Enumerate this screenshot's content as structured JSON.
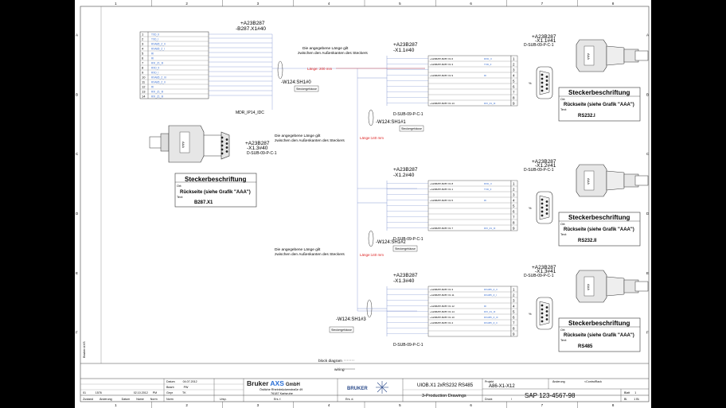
{
  "frame": {
    "columns": [
      "1",
      "2",
      "3",
      "4",
      "5",
      "6",
      "7",
      "8"
    ],
    "rows": [
      "A",
      "B",
      "C",
      "D",
      "E",
      "F"
    ],
    "side_label": "Bruker AXS"
  },
  "left_connector": {
    "ref": "+A23B287",
    "pin": "-B287.X1#40",
    "pins": [
      "1",
      "2",
      "3",
      "4",
      "5",
      "6",
      "7",
      "8",
      "9",
      "10",
      "11",
      "12",
      "13",
      "14"
    ],
    "signals": [
      "TXD_II",
      "TXD_I",
      "RXAB5_Z_II",
      "RXAB5_Z_I",
      "RI",
      "RI",
      "RXI_Z1_III",
      "RXD_II",
      "RXD_I",
      "RXAB5_Z_III",
      "RXAB5_Z_II",
      "RI",
      "RXI_Z1_III",
      "RXI_Z1_III"
    ],
    "type": "MDR_IP14_IDC"
  },
  "lower_left": {
    "ref": "+A23B287",
    "pin": "-X1.3#40",
    "type": "D-SUB-09-P-C-1",
    "label_box": {
      "title": "Steckerbeschriftung",
      "ort_label": "Ort:",
      "ort_value": "Rückseite (siehe Grafik \"AAA\")",
      "text_label": "Text:",
      "text_value": "B287.X1"
    },
    "plug_text": "AAA"
  },
  "notes": {
    "length_note": "Die angegebene Länge gilt\nzwischen den Außenkanten des Steckers",
    "length_200": "Länge: 200 mm",
    "length_140a": "Länge:140 mm",
    "length_140b": "Länge:140 mm",
    "stecker_gehaeuse": "Steckergehäuse"
  },
  "cables": {
    "w1": "-W124:SH1#0",
    "w2": "-W124:SH1#1",
    "w3": "-W124:SH1#2",
    "w4": "-W124:SH1#3"
  },
  "right_blocks": [
    {
      "ref": "+A23B287",
      "pin": "-X1.1#40",
      "type": "D-SUB-09-P-C-1",
      "pins": [
        "1",
        "2",
        "3",
        "4",
        "5",
        "6",
        "7",
        "8",
        "9"
      ],
      "wires": [
        "+A23B287-B287.X1:6",
        "+A23B287-B287.X1:3",
        "",
        "+A23B287-B287.X1:9",
        "",
        "",
        "",
        "",
        "+A23B287-B287.X1:13"
      ],
      "signals": [
        "RXD_II",
        "TXD_II",
        "",
        "RI",
        "",
        "",
        "",
        "",
        "RXI_Z1_III"
      ],
      "socket_ref": "+A23B287",
      "socket_pin": "-X1.1#41",
      "socket_type": "D-SUB-09-P-C-1",
      "label_box": {
        "title": "Steckerbeschriftung",
        "ort_label": "Ort:",
        "ort_value": "Rückseite (siehe Grafik \"AAA\")",
        "text_label": "Text:",
        "text_value": "RS232.I"
      }
    },
    {
      "ref": "+A23B287",
      "pin": "-X1.2#40",
      "type": "D-SUB-09-P-C-1",
      "pins": [
        "1",
        "2",
        "3",
        "4",
        "5",
        "6",
        "7",
        "8",
        "9"
      ],
      "wires": [
        "+A23B287-B287.X1:8",
        "+A23B287-B287.X1:1",
        "",
        "+A23B287-B287.X1:5",
        "",
        "",
        "",
        "",
        "+A23B287-B287.X1:7"
      ],
      "signals": [
        "RXD_II",
        "TXD_II",
        "",
        "RI",
        "",
        "",
        "",
        "",
        "RXI_Z1_III"
      ],
      "socket_ref": "+A23B287",
      "socket_pin": "-X1.2#41",
      "socket_type": "D-SUB-09-P-C-1",
      "label_box": {
        "title": "Steckerbeschriftung",
        "ort_label": "Ort:",
        "ort_value": "Rückseite (siehe Grafik \"AAA\")",
        "text_label": "Text:",
        "text_value": "RS232.II"
      }
    },
    {
      "ref": "+A23B287",
      "pin": "-X1.3#40",
      "type": "D-SUB-09-P-C-1",
      "pins": [
        "1",
        "2",
        "3",
        "4",
        "5",
        "6",
        "7",
        "8",
        "9"
      ],
      "wires": [
        "+A23B287-B287.X1:3",
        "+A23B287-B287.X1:11",
        "",
        "+A23B287-B287.X1:12",
        "+A23B287-B287.X1:14",
        "+A23B287-B287.X1:10",
        "+A23B287-B287.X1:4",
        "",
        ""
      ],
      "signals": [
        "RXAB5_Z_II",
        "RXAB5_Z_I",
        "",
        "RI",
        "RXI_Z1_III",
        "RXAB5_Z_III",
        "RXAB5_Z_II",
        "",
        ""
      ],
      "socket_ref": "+A23B287",
      "socket_pin": "-X1.3#41",
      "socket_type": "D-SUB-09-P-C-1",
      "label_box": {
        "title": "Steckerbeschriftung",
        "ort_label": "Ort:",
        "ort_value": "Rückseite (siehe Grafik \"AAA\")",
        "text_label": "Text:",
        "text_value": "RS485"
      }
    }
  ],
  "legend": {
    "block": "block diagram",
    "wiring": "wiring"
  },
  "title_block": {
    "rev": [
      [
        "01",
        "1576",
        "",
        "02.10.2012",
        "PM"
      ],
      [
        "Zustand",
        "Änderung",
        "Datum",
        "Name",
        "Norm"
      ]
    ],
    "fields": [
      [
        "Datum",
        "04.07.2012"
      ],
      [
        "Bearb",
        "PW"
      ],
      [
        "Gepr",
        "TK"
      ],
      [
        "Norm",
        ""
      ]
    ],
    "ursp": "Ursp.",
    "ers": "Ers. f.",
    "ers_d": "Ers. d.",
    "company": "Bruker",
    "company2": "AXS",
    "company3": "GmbH",
    "addr1": "Östliche Rheinbrückenstraße 49",
    "addr2": "76187 Karlsruhe",
    "logo": "BRUKER",
    "title1": "UIOB.X1 2xRS232 RS485",
    "title2": "3-Production Drawings",
    "projekt_label": "Projekt",
    "projekt": "A86-X1-X12",
    "druck": "Druck",
    "druck_sep": "/",
    "aenderung": "Änderung",
    "aenderung_value": "",
    "control": "<ControlRack",
    "sap": "SAP 123-4567-98",
    "blatt_label": "Blatt",
    "blatt": "1",
    "bl_label": "Bl.",
    "bl_of": "1 Bl."
  }
}
